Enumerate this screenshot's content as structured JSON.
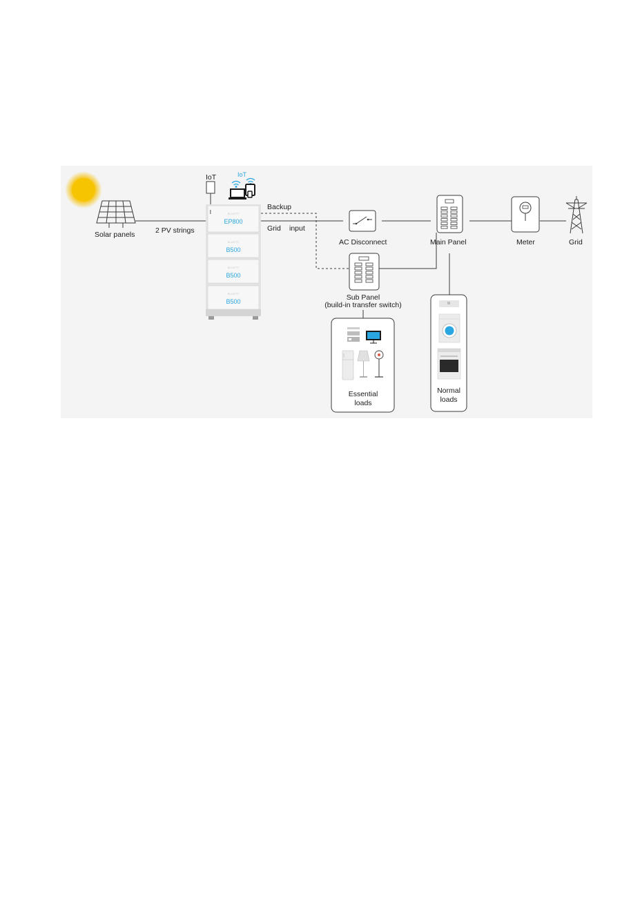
{
  "labels": {
    "iot_left": "IoT",
    "iot_devices": "IoT",
    "solar_panels": "Solar panels",
    "pv_strings": "2 PV strings",
    "backup": "Backup",
    "grid_input_1": "Grid",
    "grid_input_2": "input",
    "ac_disconnect": "AC Disconnect",
    "main_panel": "Main Panel",
    "meter": "Meter",
    "grid": "Grid",
    "sub_panel_1": "Sub Panel",
    "sub_panel_2": "(build-in transfer switch)",
    "essential_1": "Essential",
    "essential_2": "loads",
    "normal_1": "Normal",
    "normal_2": "loads"
  },
  "modules": [
    {
      "name": "EP800",
      "brand": "BLUETTI"
    },
    {
      "name": "B500",
      "brand": "BLUETTI"
    },
    {
      "name": "B500",
      "brand": "BLUETTI"
    },
    {
      "name": "B500",
      "brand": "BLUETTI"
    }
  ],
  "colors": {
    "panel_bg": "#f4f4f4",
    "line": "#3a3a3a",
    "accent": "#2aa6e0",
    "sun": "#f5c400"
  },
  "icons": [
    "sun-icon",
    "solar-panel-icon",
    "iot-gateway-icon",
    "wifi-icon",
    "laptop-icon",
    "phone-icon",
    "switch-icon",
    "breaker-panel-icon",
    "meter-icon",
    "power-tower-icon",
    "tv-icon",
    "fridge-icon",
    "lamp-icon",
    "fan-icon",
    "washer-icon",
    "oven-icon"
  ]
}
